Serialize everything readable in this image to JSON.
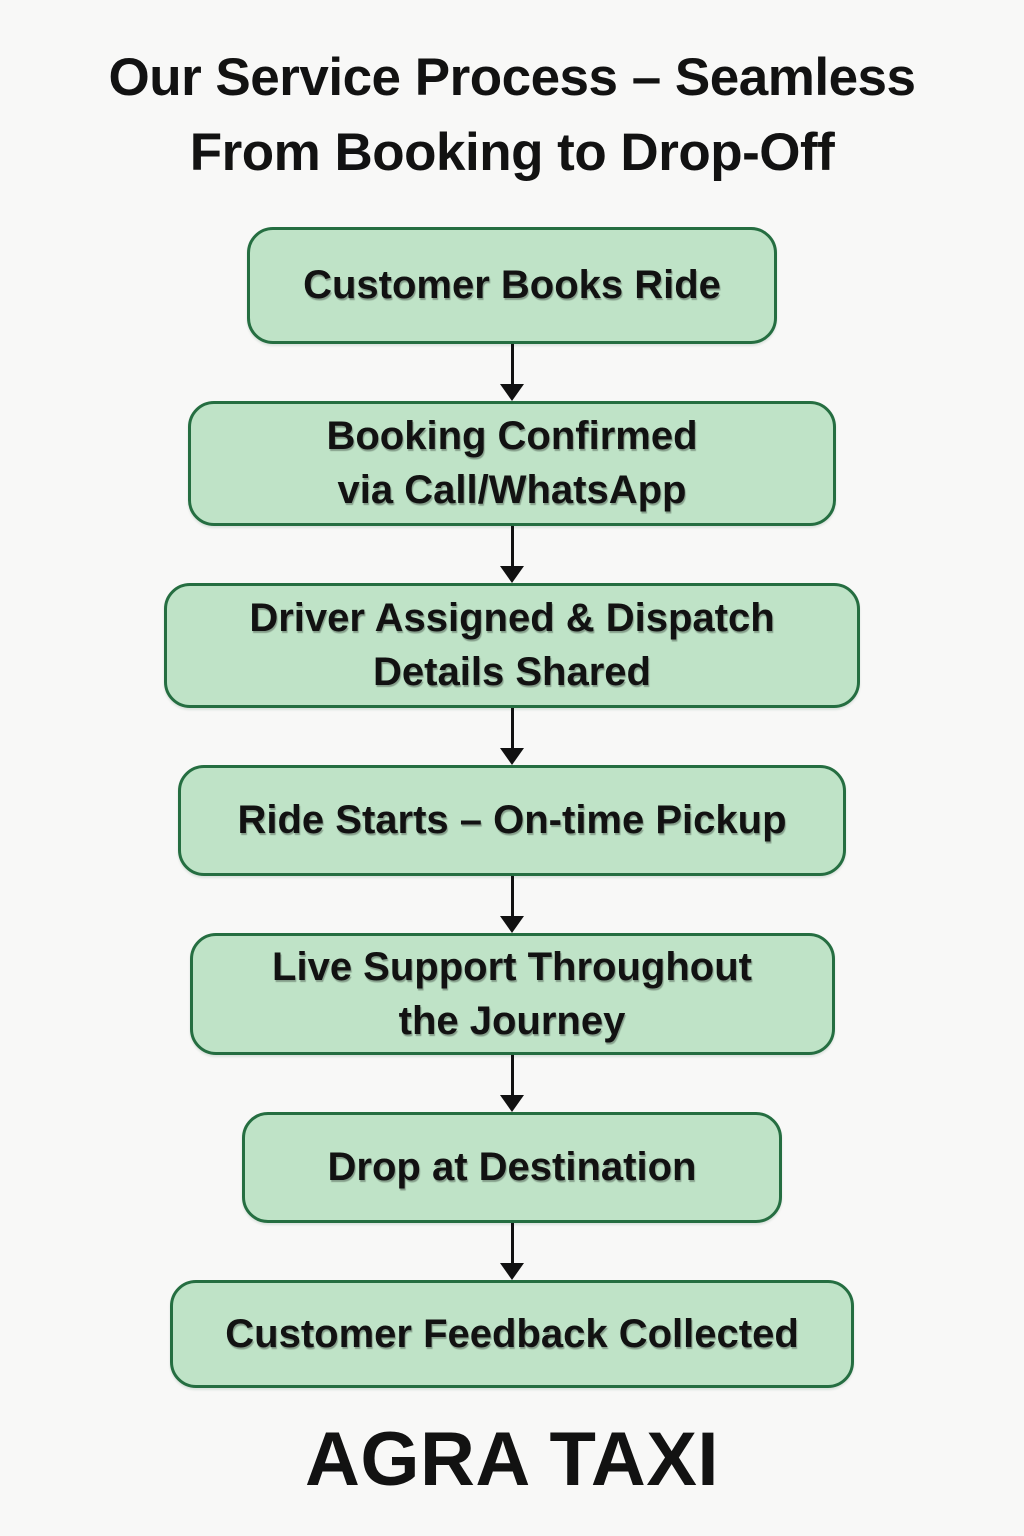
{
  "title": {
    "text": "Our Service Process – Seamless\nFrom Booking to Drop-Off"
  },
  "flow": {
    "steps": [
      {
        "label": "Customer Books Ride"
      },
      {
        "label": "Booking Confirmed\nvia Call/WhatsApp"
      },
      {
        "label": "Driver Assigned & Dispatch\nDetails Shared"
      },
      {
        "label": "Ride Starts – On-time Pickup"
      },
      {
        "label": "Live Support Throughout\nthe Journey"
      },
      {
        "label": "Drop at Destination"
      },
      {
        "label": "Customer Feedback Collected"
      }
    ]
  },
  "footer": {
    "brand": "AGRA TAXI"
  },
  "colors": {
    "background": "#f8f8f7",
    "box_fill": "#bfe3c7",
    "box_border": "#256e41",
    "text": "#121212",
    "arrow": "#111111"
  }
}
